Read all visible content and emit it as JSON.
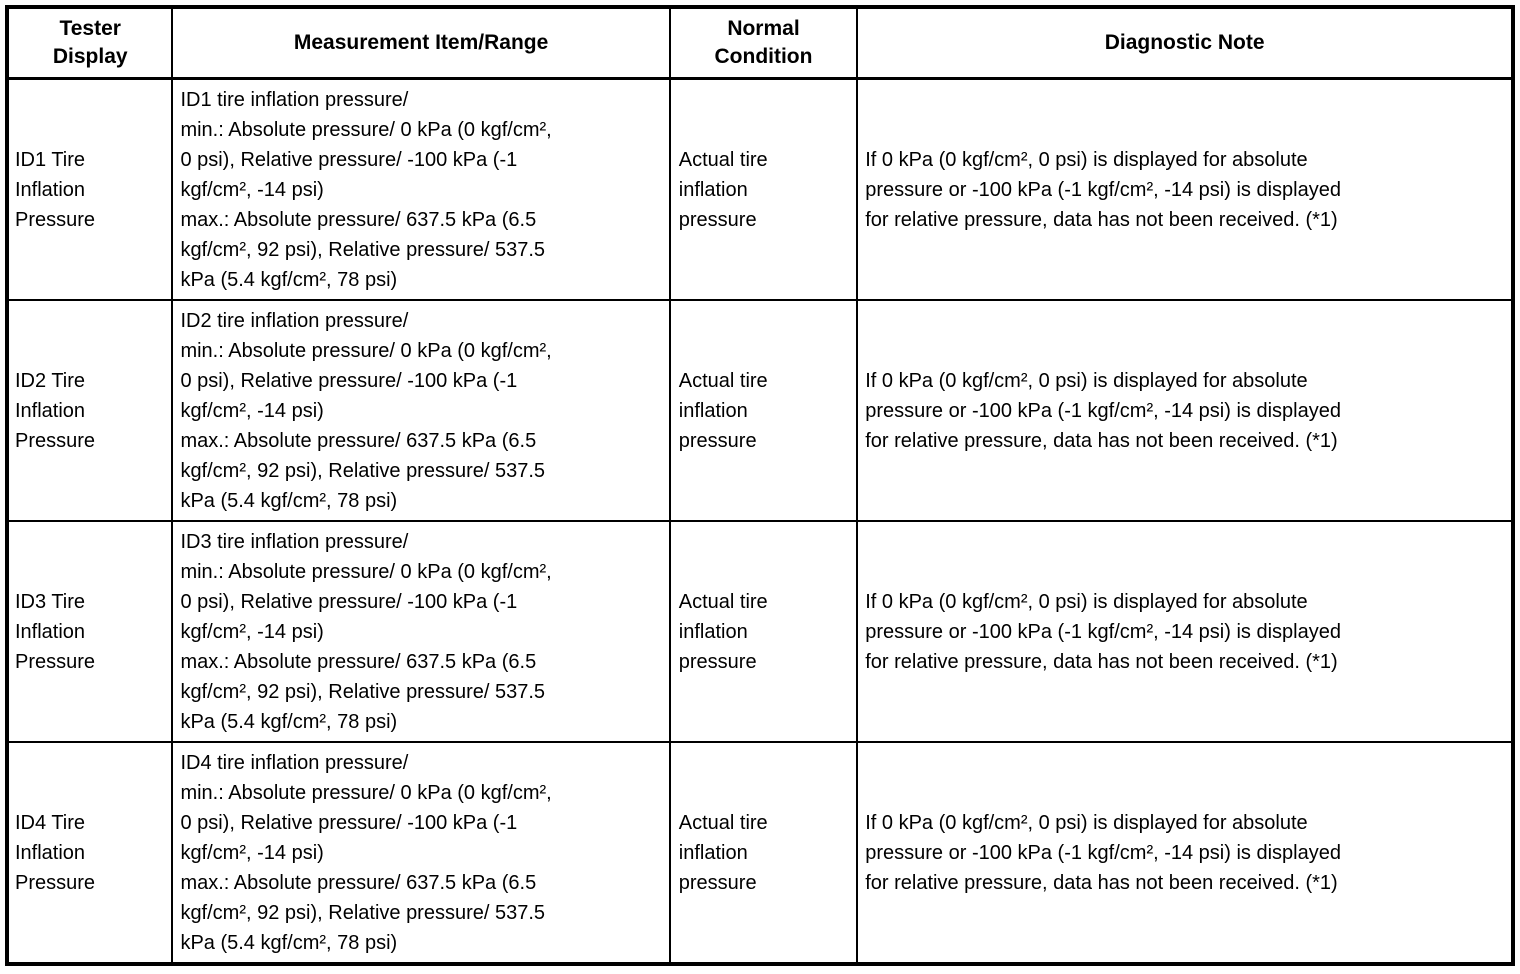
{
  "table": {
    "headers": [
      "Tester\nDisplay",
      "Measurement Item/Range",
      "Normal\nCondition",
      "Diagnostic Note"
    ],
    "rows": [
      {
        "tester_display": "ID1 Tire\nInflation\nPressure",
        "measurement": "ID1 tire inflation pressure/\nmin.: Absolute pressure/ 0 kPa (0 kgf/cm²,\n0 psi), Relative pressure/ -100 kPa (-1\nkgf/cm², -14 psi)\nmax.: Absolute pressure/ 637.5 kPa (6.5\nkgf/cm², 92 psi), Relative pressure/ 537.5\nkPa (5.4 kgf/cm², 78 psi)",
        "normal_condition": "Actual tire\ninflation\npressure",
        "diagnostic_note": "If 0 kPa (0 kgf/cm², 0 psi) is displayed for absolute\npressure or -100 kPa (-1 kgf/cm², -14 psi) is displayed\nfor relative pressure, data has not been received. (*1)"
      },
      {
        "tester_display": "ID2 Tire\nInflation\nPressure",
        "measurement": "ID2 tire inflation pressure/\nmin.: Absolute pressure/ 0 kPa (0 kgf/cm²,\n0 psi), Relative pressure/ -100 kPa (-1\nkgf/cm², -14 psi)\nmax.: Absolute pressure/ 637.5 kPa (6.5\nkgf/cm², 92 psi), Relative pressure/ 537.5\nkPa (5.4 kgf/cm², 78 psi)",
        "normal_condition": "Actual tire\ninflation\npressure",
        "diagnostic_note": "If 0 kPa (0 kgf/cm², 0 psi) is displayed for absolute\npressure or -100 kPa (-1 kgf/cm², -14 psi) is displayed\nfor relative pressure, data has not been received. (*1)"
      },
      {
        "tester_display": "ID3 Tire\nInflation\nPressure",
        "measurement": "ID3 tire inflation pressure/\nmin.: Absolute pressure/ 0 kPa (0 kgf/cm²,\n0 psi), Relative pressure/ -100 kPa (-1\nkgf/cm², -14 psi)\nmax.: Absolute pressure/ 637.5 kPa (6.5\nkgf/cm², 92 psi), Relative pressure/ 537.5\nkPa (5.4 kgf/cm², 78 psi)",
        "normal_condition": "Actual tire\ninflation\npressure",
        "diagnostic_note": "If 0 kPa (0 kgf/cm², 0 psi) is displayed for absolute\npressure or -100 kPa (-1 kgf/cm², -14 psi) is displayed\nfor relative pressure, data has not been received. (*1)"
      },
      {
        "tester_display": "ID4 Tire\nInflation\nPressure",
        "measurement": "ID4 tire inflation pressure/\nmin.: Absolute pressure/ 0 kPa (0 kgf/cm²,\n0 psi), Relative pressure/ -100 kPa (-1\nkgf/cm², -14 psi)\nmax.: Absolute pressure/ 637.5 kPa (6.5\nkgf/cm², 92 psi), Relative pressure/ 537.5\nkPa (5.4 kgf/cm², 78 psi)",
        "normal_condition": "Actual tire\ninflation\npressure",
        "diagnostic_note": "If 0 kPa (0 kgf/cm², 0 psi) is displayed for absolute\npressure or -100 kPa (-1 kgf/cm², -14 psi) is displayed\nfor relative pressure, data has not been received. (*1)"
      }
    ]
  }
}
